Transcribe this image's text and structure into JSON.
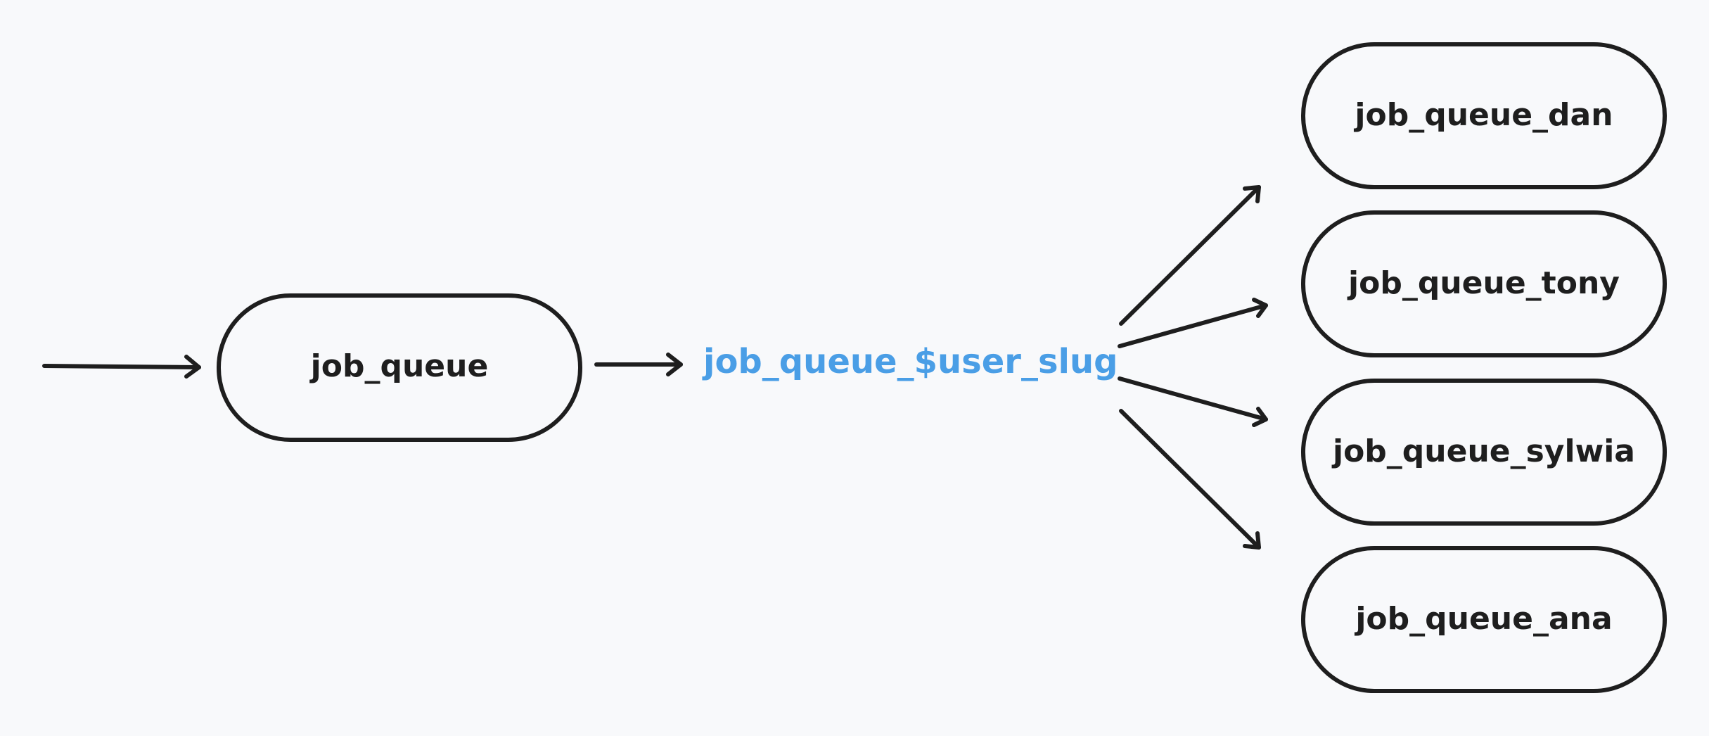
{
  "source_node": {
    "label": "job_queue"
  },
  "router": {
    "label": "job_queue_$user_slug",
    "color": "#4a9ee6"
  },
  "target_nodes": [
    {
      "label": "job_queue_dan"
    },
    {
      "label": "job_queue_tony"
    },
    {
      "label": "job_queue_sylwia"
    },
    {
      "label": "job_queue_ana"
    }
  ],
  "stroke_color": "#1e1e1e",
  "background_color": "#f8f9fb"
}
